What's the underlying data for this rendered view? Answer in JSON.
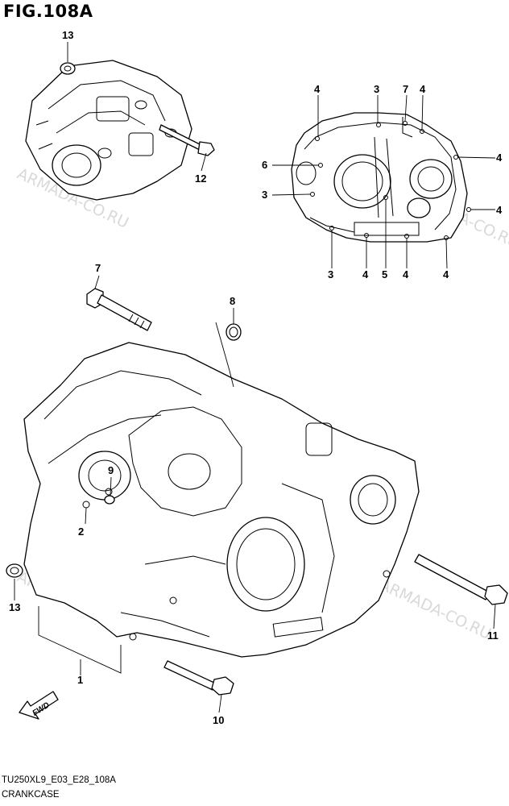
{
  "figure": {
    "title": "FIG.108A",
    "model_code": "TU250XL9_E03_E28_108A",
    "section_name": "CRANKCASE"
  },
  "watermark": "ARMADA-CO.RU",
  "direction_arrow": {
    "label": "FWD"
  },
  "callouts": {
    "upper_left_bolt_top": "13",
    "upper_left_bolt_bottom": "12",
    "inset_top_1": "4",
    "inset_top_2": "3",
    "inset_top_3": "7",
    "inset_top_4": "4",
    "inset_right_1": "4",
    "inset_right_2": "4",
    "inset_left_1": "6",
    "inset_left_2": "3",
    "inset_bottom_1": "3",
    "inset_bottom_2": "4",
    "inset_bottom_3": "5",
    "inset_bottom_4": "4",
    "inset_bottom_5": "4",
    "bolt_long_top": "7",
    "oring": "8",
    "dowel": "9",
    "crankcase_left": "2",
    "cap_left": "13",
    "crankcase_assy": "1",
    "bolt_bottom": "10",
    "bolt_right": "11"
  }
}
